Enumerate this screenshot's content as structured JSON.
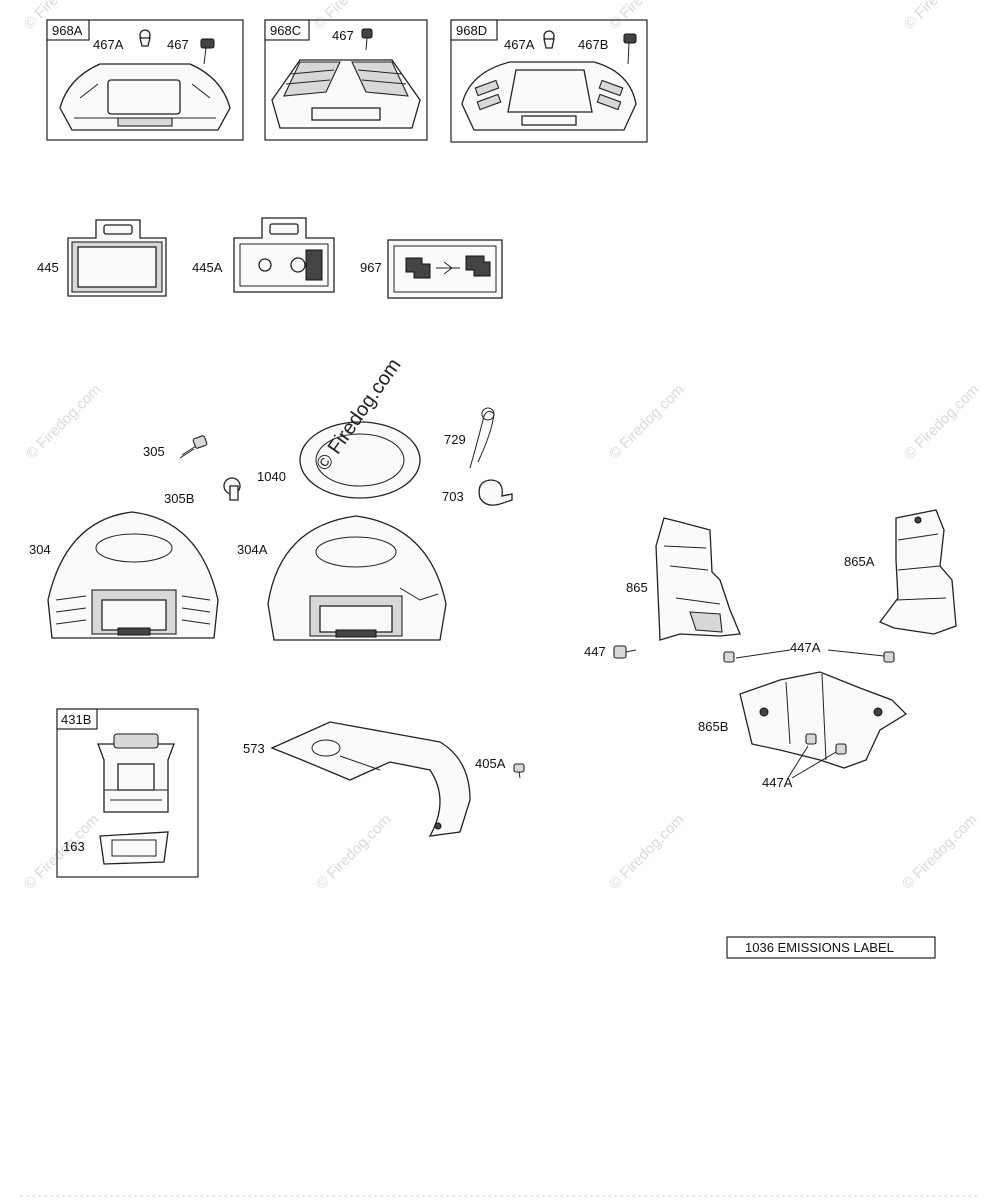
{
  "watermark": {
    "text": "© Firedog.com"
  },
  "kits": [
    {
      "id": "kit-968a",
      "label": "968A",
      "parts": [
        "467A",
        "467"
      ]
    },
    {
      "id": "kit-968c",
      "label": "968C",
      "parts": [
        "467"
      ]
    },
    {
      "id": "kit-968d",
      "label": "968D",
      "parts": [
        "467A",
        "467B"
      ]
    },
    {
      "id": "kit-431b",
      "label": "431B",
      "parts": [
        "163"
      ]
    }
  ],
  "callouts": {
    "p445": "445",
    "p445a": "445A",
    "p967": "967",
    "p305": "305",
    "p305b": "305B",
    "p1040": "1040",
    "p729": "729",
    "p703": "703",
    "p304": "304",
    "p304a": "304A",
    "p573": "573",
    "p405a": "405A",
    "p865": "865",
    "p865a": "865A",
    "p447": "447",
    "p447a": "447A",
    "p865b": "865B",
    "p447a_2": "447A"
  },
  "emissions_label": "1036 EMISSIONS LABEL"
}
